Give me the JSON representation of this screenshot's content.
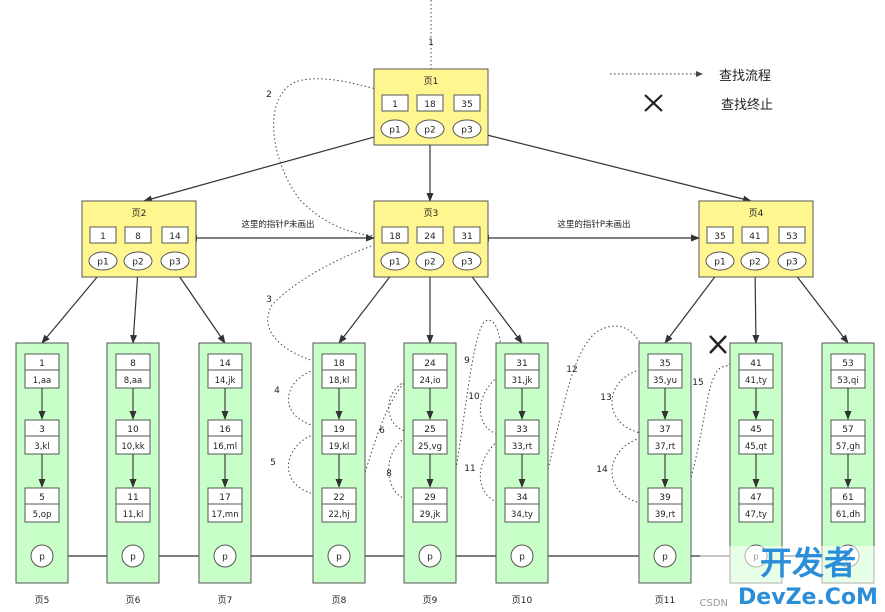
{
  "legend": {
    "search_flow": "查找流程",
    "search_stop": "查找终止"
  },
  "notes": {
    "left": "这里的指针P未画出",
    "right": "这里的指针P未画出"
  },
  "pointers": [
    "p1",
    "p2",
    "p3"
  ],
  "leaf_pointer": "p",
  "internal_pages": [
    {
      "id": "page1",
      "label": "页1",
      "keys": [
        "1",
        "18",
        "35"
      ]
    },
    {
      "id": "page2",
      "label": "页2",
      "keys": [
        "1",
        "8",
        "14"
      ]
    },
    {
      "id": "page3",
      "label": "页3",
      "keys": [
        "18",
        "24",
        "31"
      ]
    },
    {
      "id": "page4",
      "label": "页4",
      "keys": [
        "35",
        "41",
        "53"
      ]
    }
  ],
  "leaf_pages": [
    {
      "id": "page5",
      "label": "页5",
      "records": [
        {
          "key": "1",
          "value": "1,aa"
        },
        {
          "key": "3",
          "value": "3,kl"
        },
        {
          "key": "5",
          "value": "5,op"
        }
      ]
    },
    {
      "id": "page6",
      "label": "页6",
      "records": [
        {
          "key": "8",
          "value": "8,aa"
        },
        {
          "key": "10",
          "value": "10,kk"
        },
        {
          "key": "11",
          "value": "11,kl"
        }
      ]
    },
    {
      "id": "page7",
      "label": "页7",
      "records": [
        {
          "key": "14",
          "value": "14,jk"
        },
        {
          "key": "16",
          "value": "16,ml"
        },
        {
          "key": "17",
          "value": "17,mn"
        }
      ]
    },
    {
      "id": "page8",
      "label": "页8",
      "records": [
        {
          "key": "18",
          "value": "18,kl"
        },
        {
          "key": "19",
          "value": "19,kl"
        },
        {
          "key": "22",
          "value": "22,hj"
        }
      ]
    },
    {
      "id": "page9",
      "label": "页9",
      "records": [
        {
          "key": "24",
          "value": "24,io"
        },
        {
          "key": "25",
          "value": "25,vg"
        },
        {
          "key": "29",
          "value": "29,jk"
        }
      ]
    },
    {
      "id": "page10",
      "label": "页10",
      "records": [
        {
          "key": "31",
          "value": "31,jk"
        },
        {
          "key": "33",
          "value": "33,rt"
        },
        {
          "key": "34",
          "value": "34,ty"
        }
      ]
    },
    {
      "id": "page11",
      "label": "页11",
      "records": [
        {
          "key": "35",
          "value": "35,yu"
        },
        {
          "key": "37",
          "value": "37,rt"
        },
        {
          "key": "39",
          "value": "39,rt"
        }
      ]
    },
    {
      "id": "page12",
      "label": "",
      "records": [
        {
          "key": "41",
          "value": "41,ty"
        },
        {
          "key": "45",
          "value": "45,qt"
        },
        {
          "key": "47",
          "value": "47,ty"
        }
      ]
    },
    {
      "id": "page13",
      "label": "",
      "records": [
        {
          "key": "53",
          "value": "53,qi"
        },
        {
          "key": "57",
          "value": "57,gh"
        },
        {
          "key": "61",
          "value": "61,dh"
        }
      ]
    }
  ],
  "steps": [
    "1",
    "2",
    "3",
    "4",
    "5",
    "6",
    "8",
    "9",
    "10",
    "11",
    "12",
    "13",
    "14",
    "15"
  ],
  "watermark": {
    "text": "开发者",
    "subtext": "DevZe.CoM",
    "corner": "CSDN"
  },
  "colors": {
    "internal_fill": "#fff68f",
    "leaf_fill": "#c8ffc8",
    "box_fill": "#ffffff",
    "stroke": "#555555",
    "watermark": "#2a8ed8"
  }
}
